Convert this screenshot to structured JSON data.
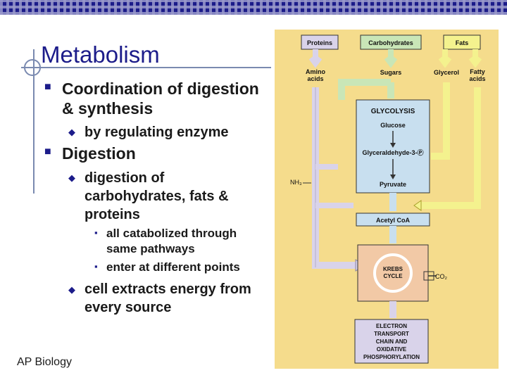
{
  "slide": {
    "title": "Metabolism",
    "footer": "AP Biology",
    "bullets": {
      "coordination": "Coordination of digestion & synthesis",
      "regulating": "by regulating enzyme",
      "digestion": "Digestion",
      "digestion_of": "digestion of carbohydrates, fats & proteins",
      "catabolized": "all catabolized through same pathways",
      "enter": "enter at different points",
      "extracts": "cell extracts energy from every source"
    }
  },
  "diagram": {
    "proteins": "Proteins",
    "carbohydrates": "Carbohydrates",
    "fats": "Fats",
    "amino_acids": "Amino acids",
    "sugars": "Sugars",
    "glycerol": "Glycerol",
    "fatty_acids": "Fatty acids",
    "glycolysis": "GLYCOLYSIS",
    "glucose": "Glucose",
    "g3p": "Glyceraldehyde-3-Ⓟ",
    "pyruvate": "Pyruvate",
    "nh3": "NH₃",
    "acetyl_coa": "Acetyl CoA",
    "krebs": "KREBS CYCLE",
    "co2": "CO₂",
    "etc": "ELECTRON TRANSPORT CHAIN AND OXIDATIVE PHOSPHORYLATION"
  },
  "colors": {
    "title_blue": "#1c1c8a",
    "diagram_bg": "#f5dc8c",
    "protein_arrow": "#d9d3ea",
    "sugar_arrow": "#c9e6b7",
    "fat_arrow": "#f4f28e",
    "glycolysis_box": "#c8dfef",
    "krebs_box": "#f2c9a6",
    "etc_box": "#d9d3ea"
  }
}
